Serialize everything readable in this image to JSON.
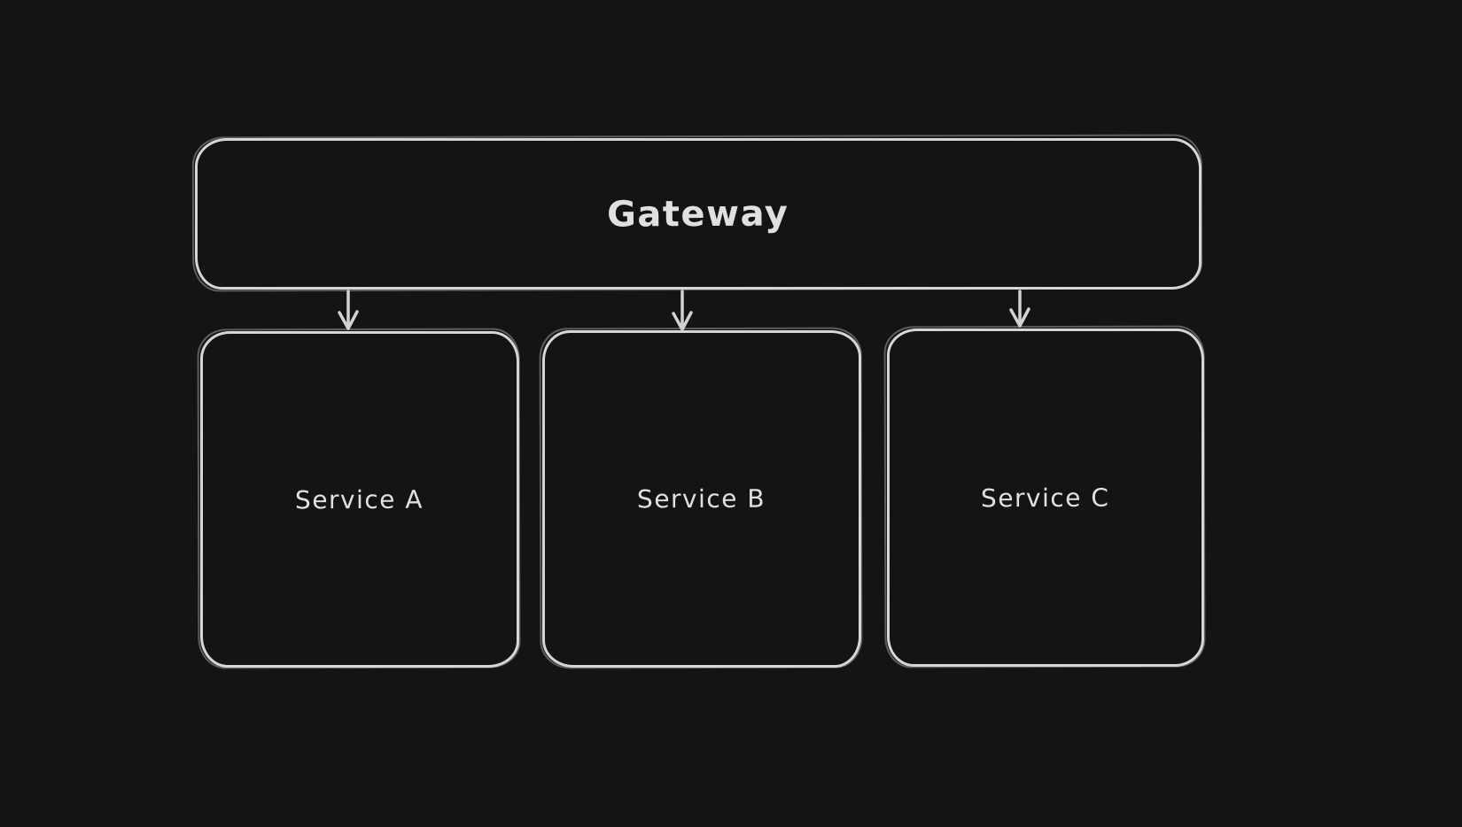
{
  "canvas": {
    "background_color": "#141414",
    "stroke_color": "#d6d6d6",
    "text_color": "#e0e0e0"
  },
  "diagram": {
    "type": "flowchart",
    "nodes": [
      {
        "id": "gateway",
        "label": "Gateway",
        "shape": "rounded-rectangle"
      },
      {
        "id": "service-a",
        "label": "Service A",
        "shape": "rounded-rectangle"
      },
      {
        "id": "service-b",
        "label": "Service B",
        "shape": "rounded-rectangle"
      },
      {
        "id": "service-c",
        "label": "Service C",
        "shape": "rounded-rectangle"
      }
    ],
    "edges": [
      {
        "from": "gateway",
        "to": "service-a",
        "style": "arrow-down"
      },
      {
        "from": "gateway",
        "to": "service-b",
        "style": "arrow-down"
      },
      {
        "from": "gateway",
        "to": "service-c",
        "style": "arrow-down"
      }
    ]
  }
}
